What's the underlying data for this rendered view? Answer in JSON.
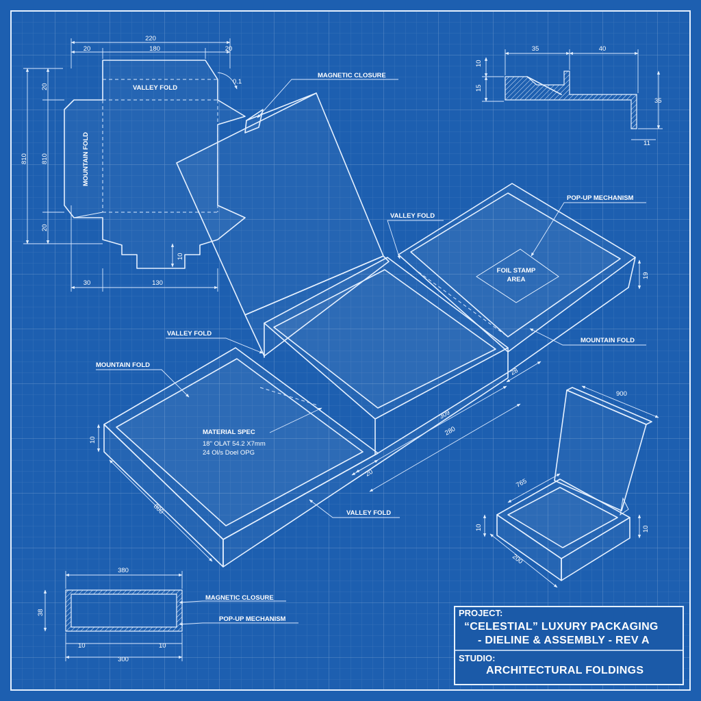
{
  "callouts": {
    "magnetic_closure_top": "MAGNETIC CLOSURE",
    "pop_up_mechanism_right": "POP-UP MECHANISM",
    "valley_fold_center": "VALLEY FOLD",
    "foil_stamp_line1": "FOIL STAMP",
    "foil_stamp_line2": "AREA",
    "mountain_fold_right": "MOUNTAIN FOLD",
    "valley_fold_left": "VALLEY FOLD",
    "mountain_fold_left": "MOUNTAIN FOLD",
    "material_spec": "MATERIAL SPEC",
    "material_spec_line1": "18\" OLAT 54.2 X7mm",
    "material_spec_line2": "24 Ol/s Doel OPG",
    "valley_fold_bottom": "VALLEY FOLD"
  },
  "dieline": {
    "title_valley": "VALLEY FOLD",
    "title_mountain": "MOUNTAIN FOLD",
    "dims": {
      "overall": "220",
      "left": "20",
      "mid": "180",
      "right": "20",
      "tab_angle": "0.1",
      "side_top": "20",
      "side_a": "810",
      "side_b": "810",
      "side_c": "20",
      "tab_h": "10",
      "bottom_left": "30",
      "bottom_mid": "130"
    }
  },
  "profile_detail": {
    "dims": {
      "w1": "35",
      "w2": "40",
      "h1": "10",
      "h2": "15",
      "h3": "35",
      "base": "11"
    }
  },
  "main_box_dims": {
    "d1": "10",
    "d2": "800",
    "d3": "28",
    "d4": "309",
    "d5": "280",
    "d6": "20",
    "d7": "19"
  },
  "small_box": {
    "dims": {
      "lid": "900",
      "top": "765",
      "h_left": "10",
      "h_right": "10",
      "bottom": "200"
    }
  },
  "section_detail": {
    "dims": {
      "top": "380",
      "left_h": "38",
      "left_w": "10",
      "right_w": "10",
      "bottom": "300"
    },
    "magnetic_closure": "MAGNETIC CLOSURE",
    "pop_up_mechanism": "POP-UP MECHANISM"
  },
  "title_block": {
    "project_label": "PROJECT:",
    "project_line1": "“CELESTIAL” LUXURY PACKAGING",
    "project_line2": "- DIELINE & ASSEMBLY - REV A",
    "studio_label": "STUDIO:",
    "studio_name": "ARCHITECTURAL FOLDINGS"
  },
  "colors": {
    "background": "#1d5fb0",
    "line": "#e6f1ff"
  }
}
